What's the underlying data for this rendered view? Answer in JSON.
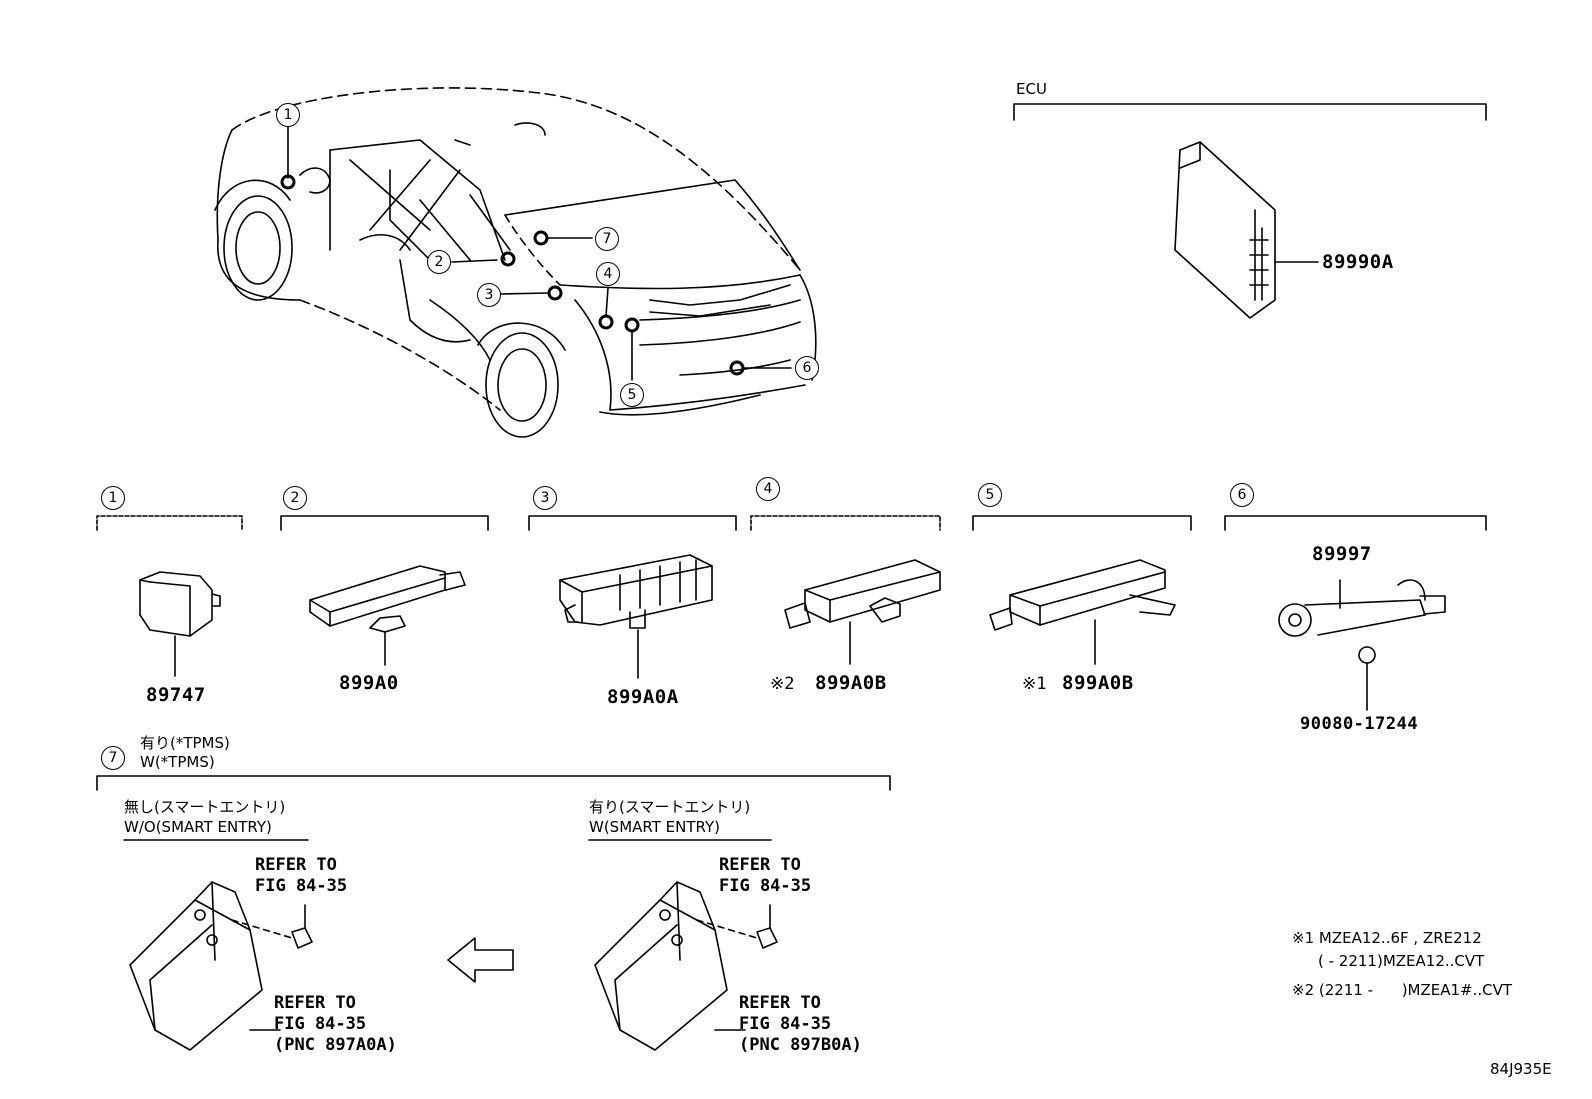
{
  "ecu": {
    "label": "ECU",
    "part": "89990A"
  },
  "callouts": [
    "1",
    "2",
    "3",
    "4",
    "5",
    "6",
    "7"
  ],
  "groups": [
    {
      "num": "1",
      "part": "89747",
      "prefix": ""
    },
    {
      "num": "2",
      "part": "899A0",
      "prefix": ""
    },
    {
      "num": "3",
      "part": "899A0A",
      "prefix": ""
    },
    {
      "num": "4",
      "part": "899A0B",
      "prefix": "※2"
    },
    {
      "num": "5",
      "part": "899A0B",
      "prefix": "※1"
    },
    {
      "num": "6",
      "part": "89997",
      "prefix": "",
      "sub_part": "90080-17244"
    }
  ],
  "group7": {
    "num": "7",
    "line1": "有り(*TPMS)",
    "line2": "W(*TPMS)",
    "left": {
      "cond_jp": "無し(スマートエントリ)",
      "cond_en": "W/O(SMART ENTRY)",
      "refer_bolt_1": "REFER TO",
      "refer_bolt_2": "FIG 84-35",
      "refer_bracket_1": "REFER TO",
      "refer_bracket_2": "FIG 84-35",
      "refer_bracket_3": "(PNC 897A0A)"
    },
    "right": {
      "cond_jp": "有り(スマートエントリ)",
      "cond_en": "W(SMART ENTRY)",
      "refer_bolt_1": "REFER TO",
      "refer_bolt_2": "FIG 84-35",
      "refer_bracket_1": "REFER TO",
      "refer_bracket_2": "FIG 84-35",
      "refer_bracket_3": "(PNC 897B0A)"
    }
  },
  "notes": {
    "n1_line1": "※1 MZEA12..6F , ZRE212",
    "n1_line2": "( - 2211)MZEA12..CVT",
    "n2": "※2 (2211 -      )MZEA1#..CVT"
  },
  "figure_id": "84J935E"
}
